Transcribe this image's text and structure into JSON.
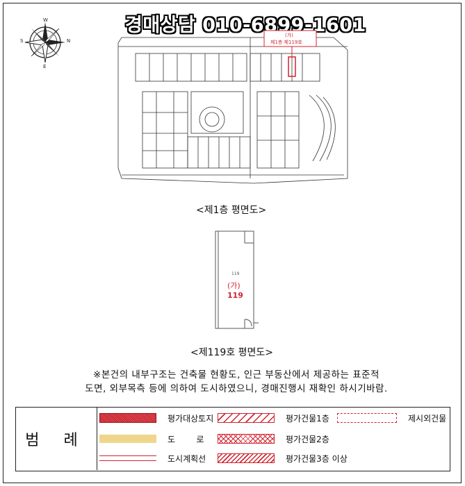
{
  "header": {
    "phone_banner": "경매상담 010-6899-1601"
  },
  "compass": {
    "labels": [
      "N",
      "S",
      "E",
      "W"
    ]
  },
  "site_plan": {
    "highlight_label_line1": "(가)",
    "highlight_label_line2": "제1층 제119호",
    "caption": "<제1층 평면도>"
  },
  "floor_plan": {
    "unit_small": "119",
    "unit_marker": "(가)",
    "unit_number": "119",
    "caption": "<제119호 평면도>"
  },
  "note": {
    "line1": "※본건의 내부구조는 건축물 현황도, 인근 부동산에서 제공하는 표준적",
    "line2": "도면, 외부목측 등에 의하여 도시하였으니, 경매진행시 재확인 하시기바람."
  },
  "legend": {
    "title": "범 례",
    "items": [
      {
        "label": "평가대상토지"
      },
      {
        "label": "도        로"
      },
      {
        "label": "도시계획선"
      },
      {
        "label": "평가건물1층"
      },
      {
        "label": "평가건물2층"
      },
      {
        "label": "평가건물3층 이상"
      },
      {
        "label": "제시외건물"
      }
    ]
  },
  "colors": {
    "accent_red": "#d1242f",
    "road_yellow": "#efd68c"
  }
}
